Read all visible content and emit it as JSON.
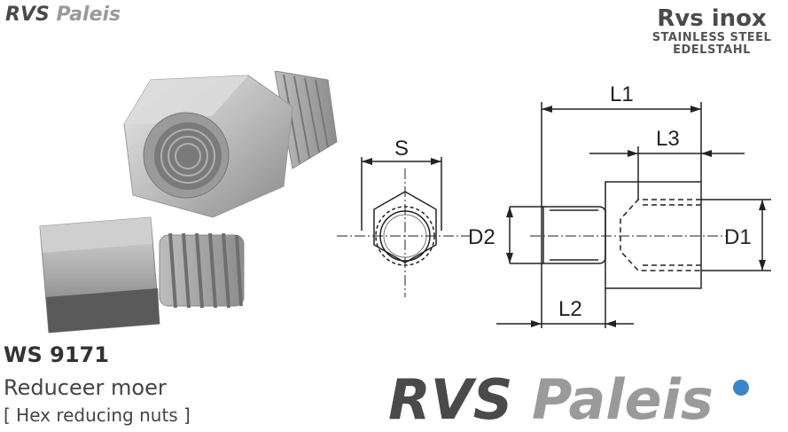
{
  "header": {
    "logo_small_rvs": "RVS",
    "logo_small_paleis": "Paleis",
    "brand_title": "Rvs inox",
    "brand_line1": "STAINLESS STEEL",
    "brand_line2": "EDELSTAHL"
  },
  "product": {
    "code": "WS 9171",
    "name_nl": "Reduceer moer",
    "name_en": "[ Hex reducing nuts ]"
  },
  "drawing": {
    "labels": {
      "s": "S",
      "d2": "D2",
      "l1": "L1",
      "l3": "L3",
      "d1": "D1",
      "l2": "L2"
    }
  },
  "footer": {
    "logo_rvs": "RVS",
    "logo_paleis": "Paleis"
  },
  "colors": {
    "dark_text": "#4a4a4a",
    "light_text": "#9a9a9a",
    "accent_dot": "#3a86c8"
  }
}
